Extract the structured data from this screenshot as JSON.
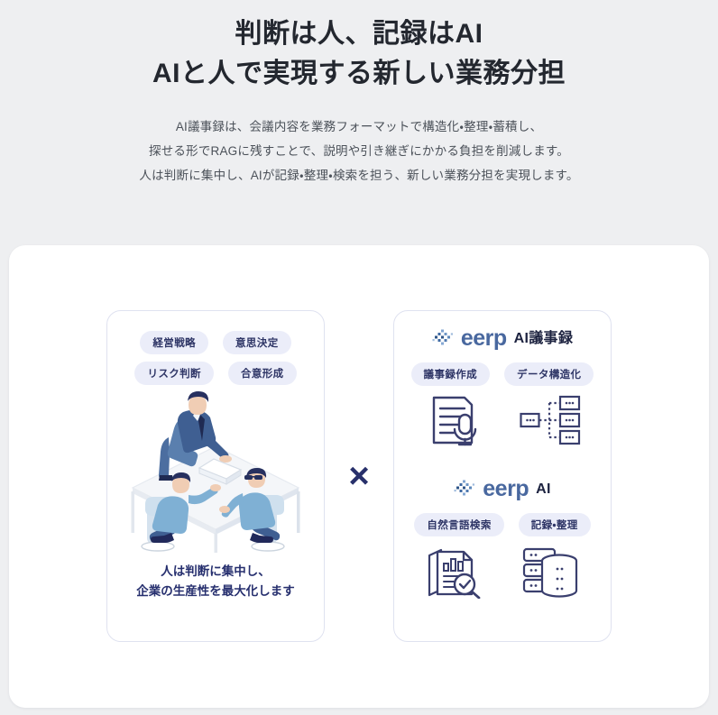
{
  "header": {
    "headline_lines": [
      "判断は人、記録はAI",
      "AIと人で実現する新しい業務分担"
    ],
    "lede_lines": [
      "AI議事録は、会議内容を業務フォーマットで構造化・整理・蓄積し、",
      "探せる形でRAGに残すことで、説明や引き継ぎにかかる負担を削減します。",
      "人は判断に集中し、AIが記録・整理・検索を担う、新しい業務分担を実現します。"
    ]
  },
  "left_panel": {
    "pills": [
      "経営戦略",
      "意思決定",
      "リスク判断",
      "合意形成"
    ],
    "illustration_name": "meeting-people-illustration",
    "caption_lines": [
      "人は判断に集中し、",
      "企業の生産性を最大化します"
    ]
  },
  "center": {
    "operator": "×"
  },
  "right_panel": {
    "top_block": {
      "logo_word": "eerp",
      "logo_suffix": "AI議事録",
      "pills": [
        "議事録作成",
        "データ構造化"
      ],
      "icons": [
        "document-microphone-icon",
        "data-structure-tree-icon"
      ]
    },
    "bottom_block": {
      "logo_word": "eerp",
      "logo_suffix": "AI",
      "pills": [
        "自然言語検索",
        "記録・整理"
      ],
      "icons": [
        "document-search-check-icon",
        "database-server-icon"
      ]
    }
  },
  "colors": {
    "page_background": "#eeeff1",
    "card_background": "#ffffff",
    "panel_border": "#dfe2f0",
    "pill_background": "#ebedf9",
    "pill_text": "#2e3566",
    "navy": "#2b3163",
    "logo_blue": "#49689f",
    "heading_text": "#23272f",
    "body_text": "#4b5159"
  }
}
